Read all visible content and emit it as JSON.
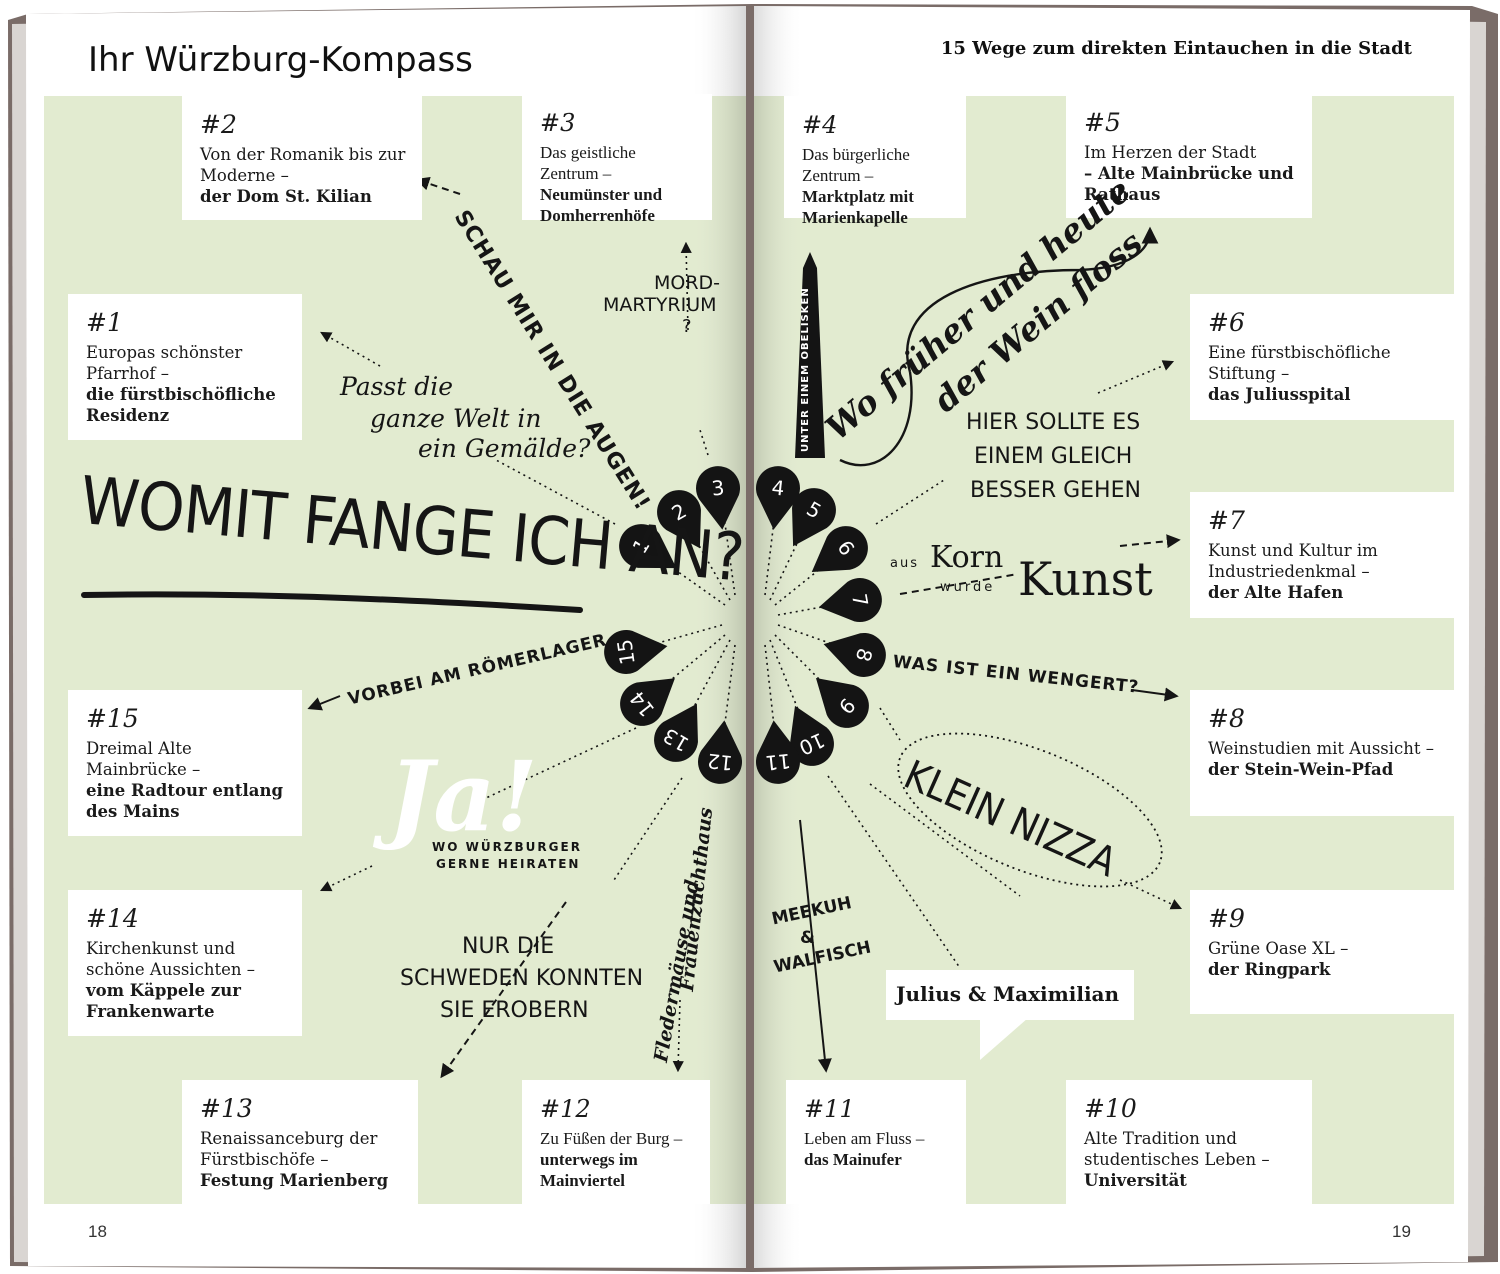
{
  "left_page": {
    "title": "Ihr Würzburg-Kompass",
    "page_number": "18"
  },
  "right_page": {
    "subtitle": "15 Wege zum direkten Eintauchen in die Stadt",
    "page_number": "19"
  },
  "markers": [
    "1",
    "2",
    "3",
    "4",
    "5",
    "6",
    "7",
    "8",
    "9",
    "10",
    "11",
    "12",
    "13",
    "14",
    "15"
  ],
  "boxes": {
    "b1": {
      "num": "#1",
      "line1": "Europas schönster Pfarrhof –",
      "line2": "die fürstbischöfliche Residenz"
    },
    "b2": {
      "num": "#2",
      "line1": "Von der Romanik bis zur Moderne –",
      "line2": "der Dom St. Kilian"
    },
    "b3": {
      "num": "#3",
      "line1": "Das geistliche Zentrum –",
      "line2": "Neumünster und Domherrenhöfe"
    },
    "b4": {
      "num": "#4",
      "line1": "Das bürgerliche Zentrum –",
      "line2": "Marktplatz mit Marienkapelle"
    },
    "b5": {
      "num": "#5",
      "line1": "Im Herzen der Stadt",
      "line2": "– Alte Mainbrücke und Rathaus"
    },
    "b6": {
      "num": "#6",
      "line1": "Eine fürstbischöfliche Stiftung –",
      "line2": "das Juliusspital"
    },
    "b7": {
      "num": "#7",
      "line1": "Kunst und Kultur im Industriedenkmal –",
      "line2": "der Alte Hafen"
    },
    "b8": {
      "num": "#8",
      "line1": "Weinstudien mit Aussicht –",
      "line2": "der Stein-Wein-Pfad"
    },
    "b9": {
      "num": "#9",
      "line1": "Grüne Oase XL –",
      "line2": "der Ringpark"
    },
    "b10": {
      "num": "#10",
      "line1": "Alte Tradition und studentisches Leben –",
      "line2": "Universität"
    },
    "b11": {
      "num": "#11",
      "line1": "Leben am Fluss –",
      "line2": "das Mainufer"
    },
    "b12": {
      "num": "#12",
      "line1": "Zu Füßen der Burg –",
      "line2": "unterwegs im Mainviertel"
    },
    "b13": {
      "num": "#13",
      "line1": "Renaissanceburg der Fürstbischöfe –",
      "line2": "Festung Marienberg"
    },
    "b14": {
      "num": "#14",
      "line1": "Kirchenkunst und schöne Aussichten –",
      "line2": "vom Käppele zur Frankenwarte"
    },
    "b15": {
      "num": "#15",
      "line1": "Dreimal Alte Mainbrücke –",
      "line2": "eine Radtour entlang des Mains"
    }
  },
  "labels": {
    "womit": "WOMIT FANGE ICH AN?",
    "schau": "SCHAU MIR IN DIE AUGEN!",
    "mord1": "MORD-",
    "mord2": "MARTYRIUM",
    "mord3": "?",
    "passt1": "Passt die",
    "passt2": "ganze Welt in",
    "passt3": "ein Gemälde?",
    "obelisk": "UNTER EINEM OBELISKEN",
    "wein1": "Wo früher und heute",
    "wein2": "der Wein floss",
    "hier1": "HIER SOLLTE ES",
    "hier2": "EINEM GLEICH",
    "hier3": "BESSER GEHEN",
    "aus": "aus",
    "korn": "Korn",
    "wurde": "wurde",
    "kunst": "Kunst",
    "wengert": "WAS IST EIN WENGERT?",
    "nizza": "KLEIN NIZZA",
    "roemer": "VORBEI AM RÖMERLAGER",
    "ja": "Ja!",
    "heirat1": "WO WÜRZBURGER",
    "heirat2": "GERNE HEIRATEN",
    "schweden1": "NUR DIE",
    "schweden2": "SCHWEDEN KONNTEN",
    "schweden3": "SIE EROBERN",
    "fleder1": "Fledermäuse und",
    "fleder2": "Frauenzuchthaus",
    "meekuh1": "MEEKUH",
    "meekuh2": "&",
    "meekuh3": "WALFISCH",
    "julius": "Julius & Maximilian"
  },
  "colors": {
    "green_band": "#e2ebd0",
    "box": "#ffffff",
    "marker": "#141414",
    "text": "#151515",
    "book_edge": "#786a66"
  }
}
